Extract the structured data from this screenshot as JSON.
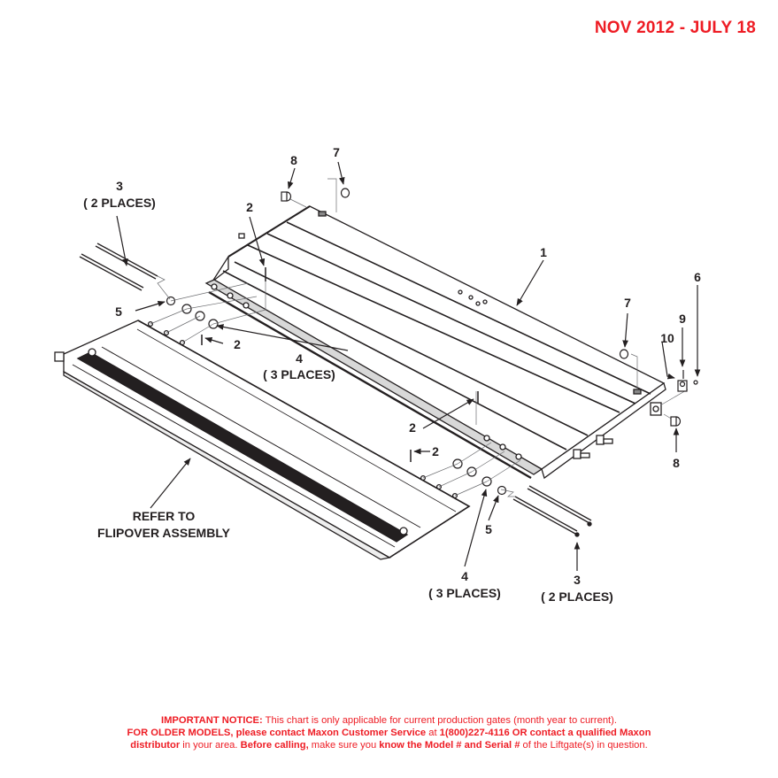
{
  "header": {
    "date_range": "NOV 2012 - JULY 18",
    "accent_color": "#ee1c24"
  },
  "diagram": {
    "title": "Platform exploded parts view",
    "callouts": [
      {
        "id": "c1",
        "number": "1",
        "qty": ""
      },
      {
        "id": "c2a",
        "number": "2",
        "qty": ""
      },
      {
        "id": "c2b",
        "number": "2",
        "qty": ""
      },
      {
        "id": "c2c",
        "number": "2",
        "qty": ""
      },
      {
        "id": "c2d",
        "number": "2",
        "qty": ""
      },
      {
        "id": "c3a",
        "number": "3",
        "qty": "( 2 PLACES)"
      },
      {
        "id": "c3b",
        "number": "3",
        "qty": "( 2 PLACES)"
      },
      {
        "id": "c4a",
        "number": "4",
        "qty": "( 3 PLACES)"
      },
      {
        "id": "c4b",
        "number": "4",
        "qty": "( 3 PLACES)"
      },
      {
        "id": "c5a",
        "number": "5",
        "qty": ""
      },
      {
        "id": "c5b",
        "number": "5",
        "qty": ""
      },
      {
        "id": "c6",
        "number": "6",
        "qty": ""
      },
      {
        "id": "c7a",
        "number": "7",
        "qty": ""
      },
      {
        "id": "c7b",
        "number": "7",
        "qty": ""
      },
      {
        "id": "c8a",
        "number": "8",
        "qty": ""
      },
      {
        "id": "c8b",
        "number": "8",
        "qty": ""
      },
      {
        "id": "c9",
        "number": "9",
        "qty": ""
      },
      {
        "id": "c10",
        "number": "10",
        "qty": ""
      }
    ],
    "refer_note": {
      "line1": "REFER TO",
      "line2": "FLIPOVER ASSEMBLY"
    }
  },
  "notice": {
    "line1_bold": "IMPORTANT NOTICE:",
    "line1_text": " This chart is only applicable for current production gates (month year to current).",
    "line2_bold1": "FOR OLDER MODELS, please contact Maxon Customer Service",
    "line2_text1": " at ",
    "line2_bold2": "1(800)227-4116 OR contact a qualified Maxon",
    "line3_bold1": "distributor",
    "line3_text1": " in your area. ",
    "line3_bold2": "Before calling,",
    "line3_text2": " make sure you ",
    "line3_bold3": "know the Model # and Serial #",
    "line3_text3": " of the Liftgate(s) in question."
  }
}
